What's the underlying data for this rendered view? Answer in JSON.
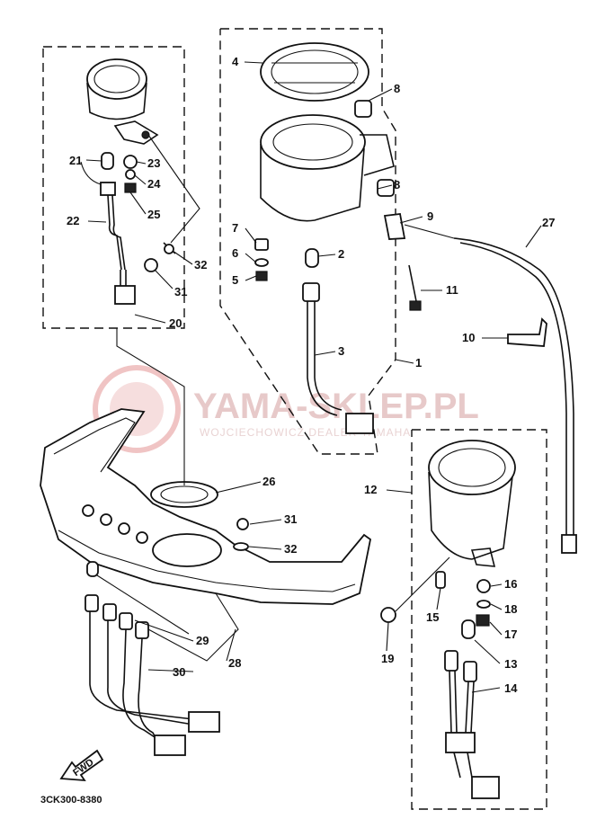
{
  "watermark": {
    "brand": "YAMA-SKLEP.PL",
    "subtitle": "WOJCIECHOWICZ DEALER YAMAHA"
  },
  "diagram_code": "3CK300-8380",
  "direction_arrow": "FWD",
  "callouts": [
    "1",
    "2",
    "3",
    "4",
    "5",
    "6",
    "7",
    "8",
    "8",
    "9",
    "10",
    "11",
    "12",
    "13",
    "14",
    "15",
    "16",
    "17",
    "18",
    "19",
    "20",
    "21",
    "22",
    "23",
    "24",
    "25",
    "26",
    "27",
    "28",
    "29",
    "30",
    "31",
    "31",
    "32",
    "32"
  ],
  "colors": {
    "line": "#111111",
    "watermark": "#e7c9c9",
    "background": "#ffffff"
  }
}
